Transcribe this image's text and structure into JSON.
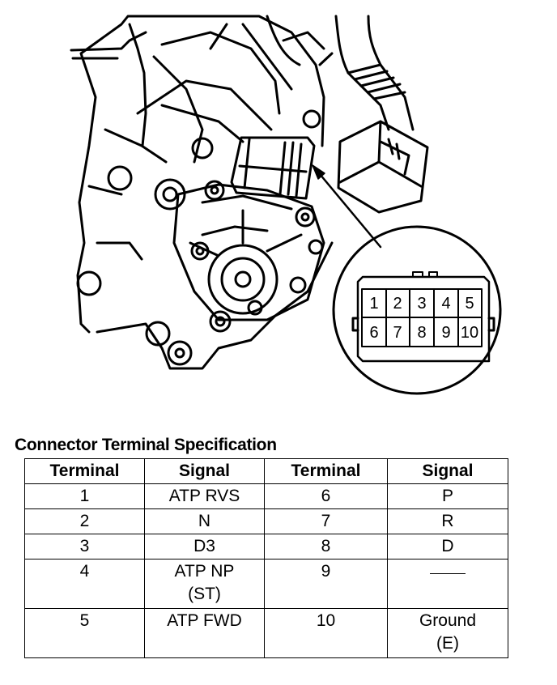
{
  "diagram": {
    "pins_top": [
      "1",
      "2",
      "3",
      "4",
      "5"
    ],
    "pins_bottom": [
      "6",
      "7",
      "8",
      "9",
      "10"
    ]
  },
  "spec": {
    "title": "Connector Terminal Specification",
    "headers": [
      "Terminal",
      "Signal",
      "Terminal",
      "Signal"
    ],
    "rows": [
      {
        "t1": "1",
        "s1": [
          "ATP RVS"
        ],
        "t2": "6",
        "s2": [
          "P"
        ]
      },
      {
        "t1": "2",
        "s1": [
          "N"
        ],
        "t2": "7",
        "s2": [
          "R"
        ]
      },
      {
        "t1": "3",
        "s1": [
          "D3"
        ],
        "t2": "8",
        "s2": [
          "D"
        ]
      },
      {
        "t1": "4",
        "s1": [
          "ATP NP",
          "(ST)"
        ],
        "t2": "9",
        "s2": []
      },
      {
        "t1": "5",
        "s1": [
          "ATP FWD"
        ],
        "t2": "10",
        "s2": [
          "Ground",
          "(E)"
        ]
      }
    ]
  }
}
